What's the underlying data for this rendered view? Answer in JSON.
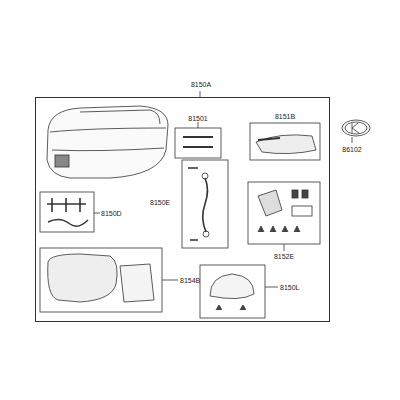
{
  "diagram": {
    "nodes": [
      {
        "text": [
          "8150A"
        ]
      }
    ],
    "labels": [
      "81501",
      "8151B",
      "86102",
      "8150E",
      "8150D",
      "8152E",
      "8154B",
      "8150L"
    ]
  }
}
